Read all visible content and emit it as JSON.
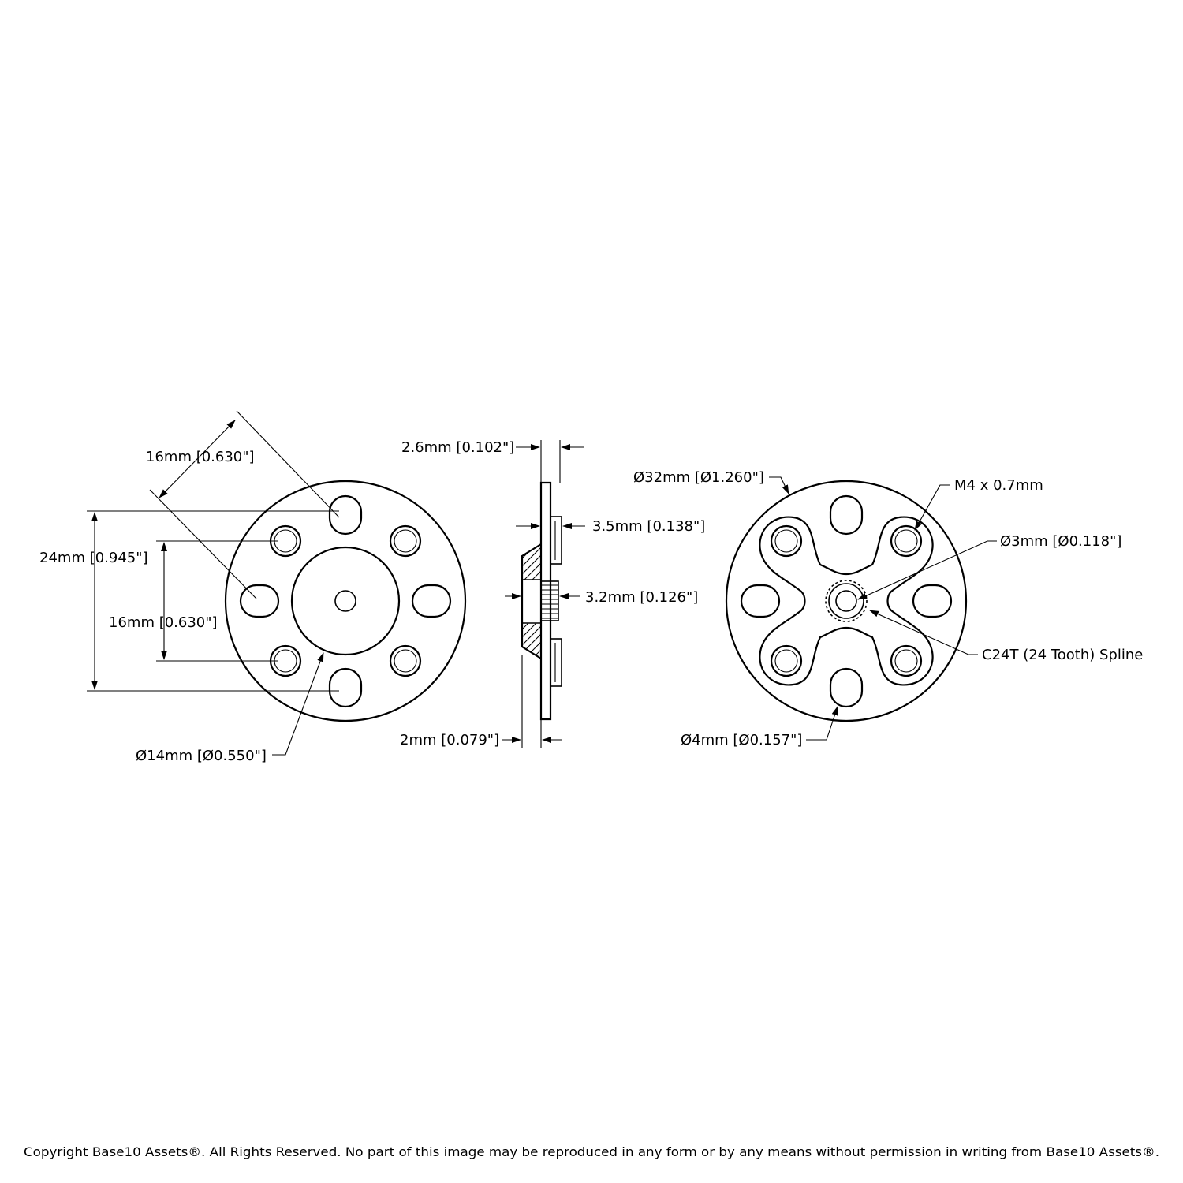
{
  "diagram": {
    "front_view": {
      "labels": {
        "bolt_pattern_diag": "16mm [0.630\"]",
        "slot_span": "24mm [0.945\"]",
        "hole_span": "16mm [0.630\"]",
        "hub_diameter": "Ø14mm [Ø0.550\"]"
      }
    },
    "side_view": {
      "labels": {
        "top_thickness": "2.6mm [0.102\"]",
        "hub_height": "3.5mm [0.138\"]",
        "bore_height": "3.2mm [0.126\"]",
        "plate_thickness": "2mm [0.079\"]"
      }
    },
    "back_view": {
      "labels": {
        "outer_diameter": "Ø32mm [Ø1.260\"]",
        "thread": "M4 x 0.7mm",
        "center_hole": "Ø3mm [Ø0.118\"]",
        "spline": "C24T (24 Tooth) Spline",
        "slot_hole": "Ø4mm [Ø0.157\"]"
      }
    }
  },
  "footer": {
    "copyright": "Copyright Base10 Assets®.  All Rights Reserved. No part of this image may be reproduced in any form or by any means without permission in writing from Base10 Assets®."
  }
}
